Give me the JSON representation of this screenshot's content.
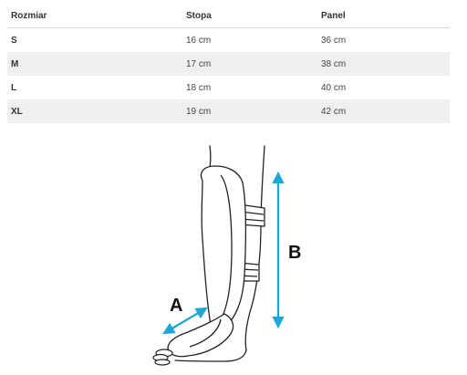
{
  "size_table": {
    "headers": {
      "size": "Rozmiar",
      "foot": "Stopa",
      "panel": "Panel"
    },
    "rows": [
      {
        "size": "S",
        "foot": "16 cm",
        "panel": "36 cm"
      },
      {
        "size": "M",
        "foot": "17 cm",
        "panel": "38 cm"
      },
      {
        "size": "L",
        "foot": "18 cm",
        "panel": "40 cm"
      },
      {
        "size": "XL",
        "foot": "19 cm",
        "panel": "42 cm"
      }
    ]
  },
  "illustration": {
    "label_a": "A",
    "label_b": "B",
    "arrow_color": "#1ea7d6"
  }
}
